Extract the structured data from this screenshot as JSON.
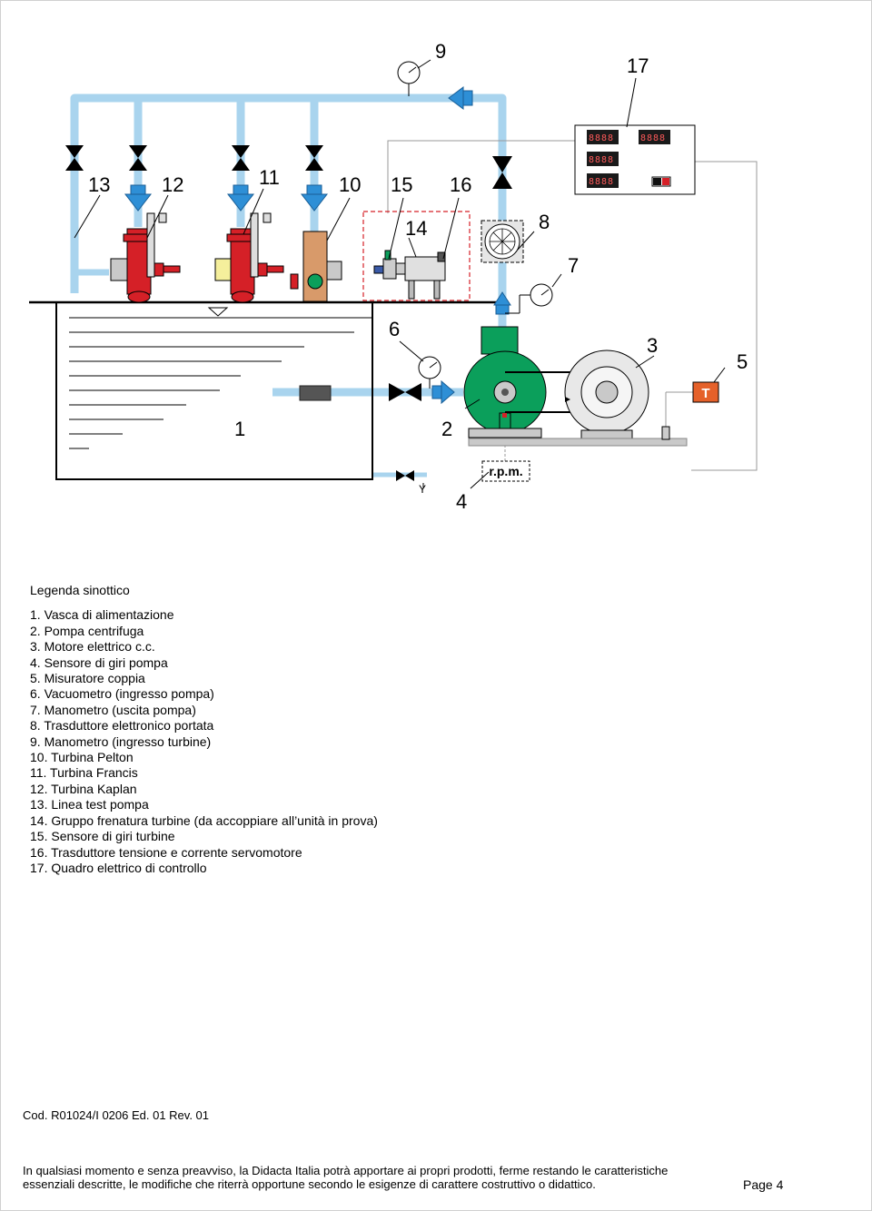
{
  "diagram": {
    "labels": {
      "n1": "1",
      "n2": "2",
      "n3": "3",
      "n4": "4",
      "n5": "5",
      "n6": "6",
      "n7": "7",
      "n8": "8",
      "n9": "9",
      "n10": "10",
      "n11": "11",
      "n12": "12",
      "n13": "13",
      "n14": "14",
      "n15": "15",
      "n16": "16",
      "n17": "17"
    },
    "rpm_label": "r.p.m.",
    "torque_label": "T",
    "valve_label": "Y",
    "display_reading": "8888",
    "colors": {
      "pipe": "#a9d4ee",
      "valve_blue": "#2e8fd6",
      "turbine_red": "#d52027",
      "pump_green": "#0b9f5b",
      "motor_grey": "#c9c9c9",
      "torque_orange": "#e5612a",
      "pelton_body": "#d89a6a"
    }
  },
  "legend": {
    "title": "Legenda sinottico",
    "items": [
      "1.   Vasca di alimentazione",
      "2.   Pompa centrifuga",
      "3.   Motore elettrico c.c.",
      "4.   Sensore di giri pompa",
      "5.   Misuratore coppia",
      "6.   Vacuometro (ingresso pompa)",
      "7.   Manometro (uscita pompa)",
      "8.   Trasduttore elettronico portata",
      "9.   Manometro (ingresso turbine)",
      "10.  Turbina Pelton",
      "11.  Turbina Francis",
      "12.  Turbina Kaplan",
      "13.  Linea test pompa",
      "14.  Gruppo frenatura turbine (da accoppiare all’unità in prova)",
      "15.  Sensore di giri turbine",
      "16.  Trasduttore tensione e corrente servomotore",
      "17.  Quadro elettrico di controllo"
    ]
  },
  "footer": {
    "code": "Cod. R01024/I 0206 Ed. 01 Rev. 01",
    "disclaimer_line1": "In qualsiasi momento e senza preavviso, la Didacta Italia potrà apportare ai propri prodotti, ferme restando le caratteristiche",
    "disclaimer_line2": "essenziali descritte, le modifiche che riterrà opportune secondo le esigenze di carattere costruttivo o didattico.",
    "page": "Page 4"
  }
}
